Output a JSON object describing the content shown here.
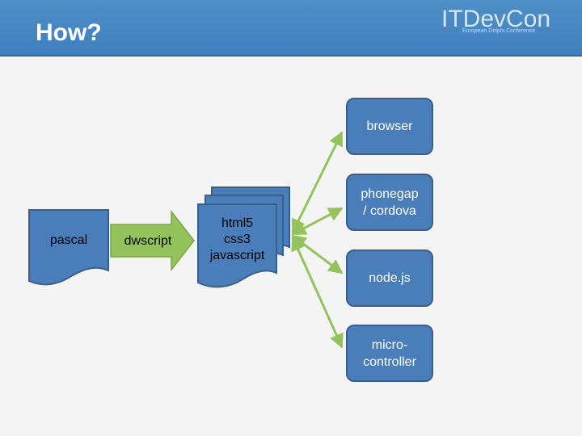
{
  "slide": {
    "title": "How?",
    "logo": {
      "main": "ITDevCon",
      "sub": "European Delphi Conference"
    }
  },
  "diagram": {
    "pascal": "pascal",
    "dwscript": "dwscript",
    "web_stack": [
      "html5",
      "css3",
      "javascript"
    ],
    "targets": [
      {
        "id": "browser",
        "lines": [
          "browser"
        ]
      },
      {
        "id": "phonegap",
        "lines": [
          "phonegap",
          "/ cordova"
        ]
      },
      {
        "id": "nodejs",
        "lines": [
          "node.js"
        ]
      },
      {
        "id": "microcontroller",
        "lines": [
          "micro-",
          "controller"
        ]
      }
    ]
  },
  "colors": {
    "header": "#4a87c5",
    "shape_fill": "#4a7ebb",
    "shape_stroke": "#3a5f8c",
    "arrow": "#93c35a",
    "background": "#f4f4f4"
  }
}
